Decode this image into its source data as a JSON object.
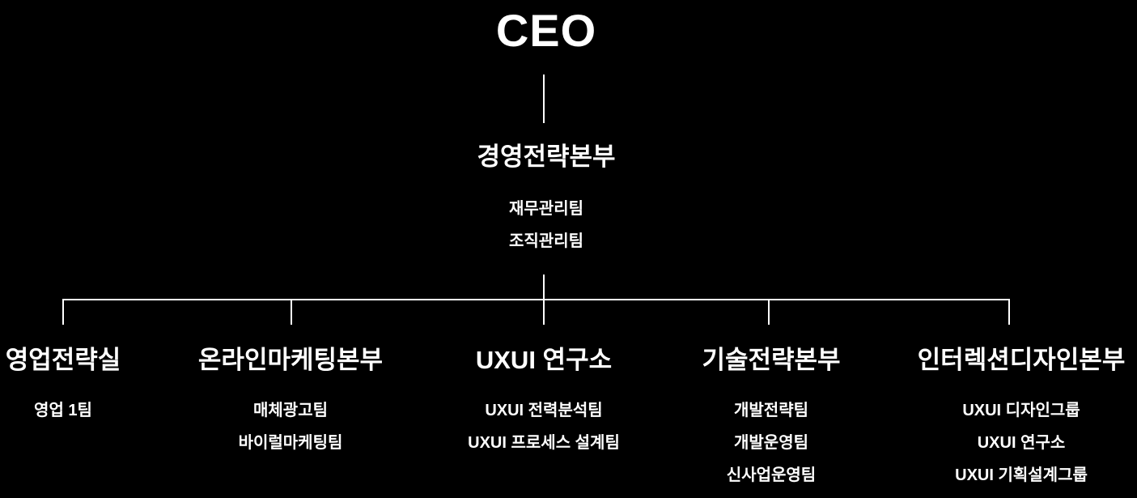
{
  "root": {
    "title": "CEO"
  },
  "hq": {
    "title": "경영전략본부",
    "teams": [
      "재무관리팀",
      "조직관리팀"
    ]
  },
  "branches": [
    {
      "title": "영업전략실",
      "teams": [
        "영업 1팀"
      ]
    },
    {
      "title": "온라인마케팅본부",
      "teams": [
        "매체광고팀",
        "바이럴마케팅팀"
      ]
    },
    {
      "title": "UXUI 연구소",
      "teams": [
        "UXUI 전력분석팀",
        "UXUI 프로세스 설계팀"
      ]
    },
    {
      "title": "기술전략본부",
      "teams": [
        "개발전략팀",
        "개발운영팀",
        "신사업운영팀"
      ]
    },
    {
      "title": "인터렉션디자인본부",
      "teams": [
        "UXUI 디자인그룹",
        "UXUI 연구소",
        "UXUI 기획설계그룹"
      ]
    }
  ],
  "colors": {
    "background": "#000000",
    "text": "#ffffff",
    "line": "#ffffff"
  }
}
